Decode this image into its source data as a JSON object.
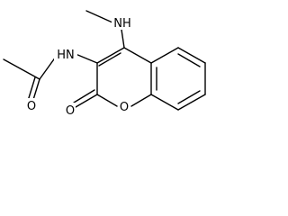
{
  "molecule": {
    "atoms": {
      "n_methylamino": "NH",
      "n_amide": "HN",
      "o_amide": "O",
      "o_ring": "O",
      "o_lactone": "O"
    }
  }
}
